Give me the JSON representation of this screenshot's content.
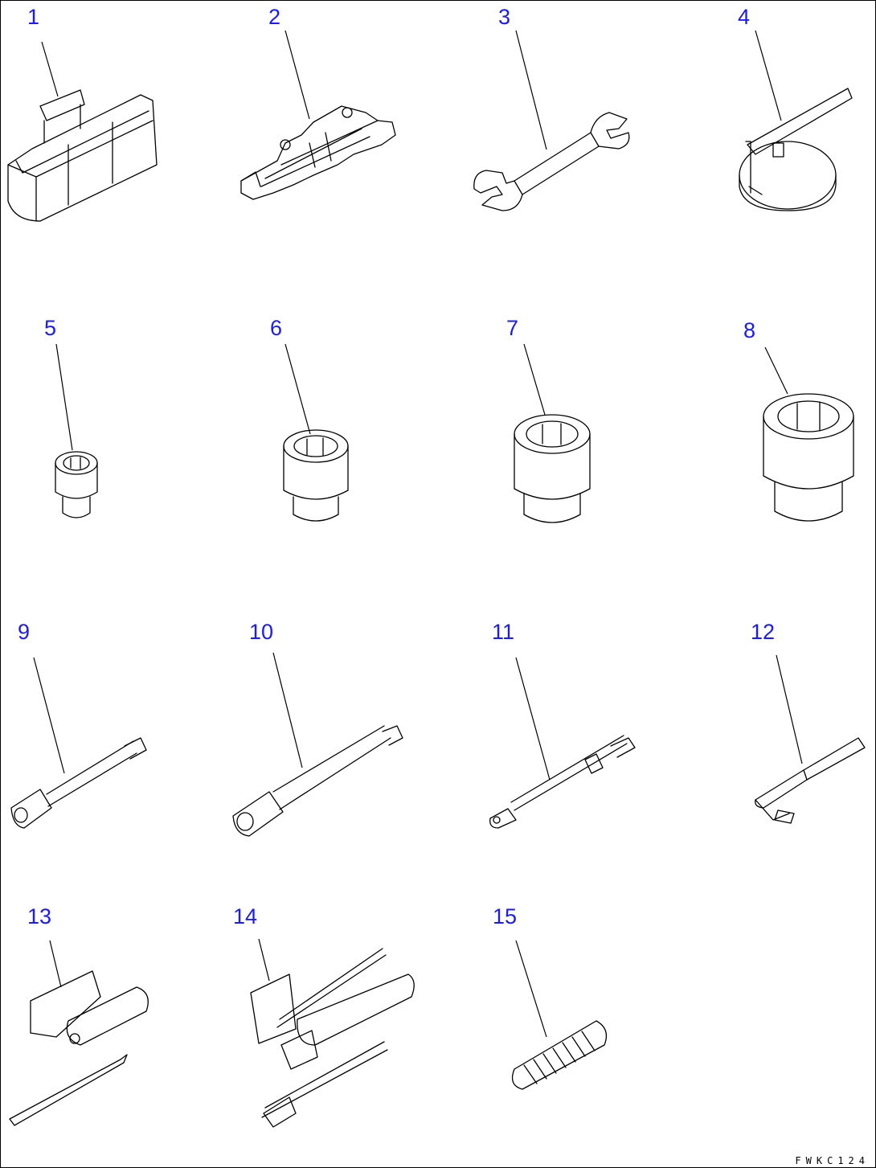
{
  "colors": {
    "callout": "#1a1aff",
    "line": "#000000",
    "background": "#ffffff"
  },
  "callouts": [
    "1",
    "2",
    "3",
    "4",
    "5",
    "6",
    "7",
    "8",
    "9",
    "10",
    "11",
    "12",
    "13",
    "14",
    "15"
  ],
  "drawing_code": "FWKC124"
}
